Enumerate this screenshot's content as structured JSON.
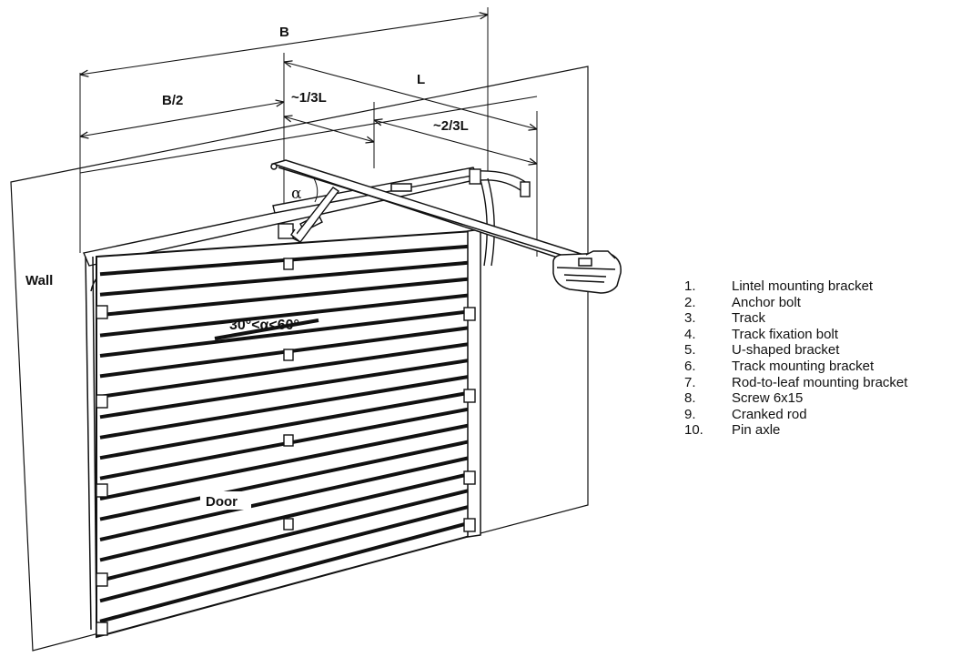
{
  "diagram": {
    "dimension_labels": {
      "b": "B",
      "l": "L",
      "b_half": "B/2",
      "third_l": "~1/3L",
      "two_third_l": "~2/3L"
    },
    "angle_symbol": "α",
    "angle_range": "30°<α<60°",
    "wall_label": "Wall",
    "door_label": "Door",
    "panel_count": 18
  },
  "legend": [
    {
      "num": "1.",
      "text": "Lintel mounting bracket"
    },
    {
      "num": "2.",
      "text": "Anchor bolt"
    },
    {
      "num": "3.",
      "text": "Track"
    },
    {
      "num": "4.",
      "text": "Track fixation bolt"
    },
    {
      "num": "5.",
      "text": "U-shaped bracket"
    },
    {
      "num": "6.",
      "text": "Track mounting bracket"
    },
    {
      "num": "7.",
      "text": "Rod-to-leaf mounting bracket"
    },
    {
      "num": "8.",
      "text": "Screw 6x15"
    },
    {
      "num": "9.",
      "text": "Cranked rod"
    },
    {
      "num": "10.",
      "text": "Pin axle"
    }
  ]
}
